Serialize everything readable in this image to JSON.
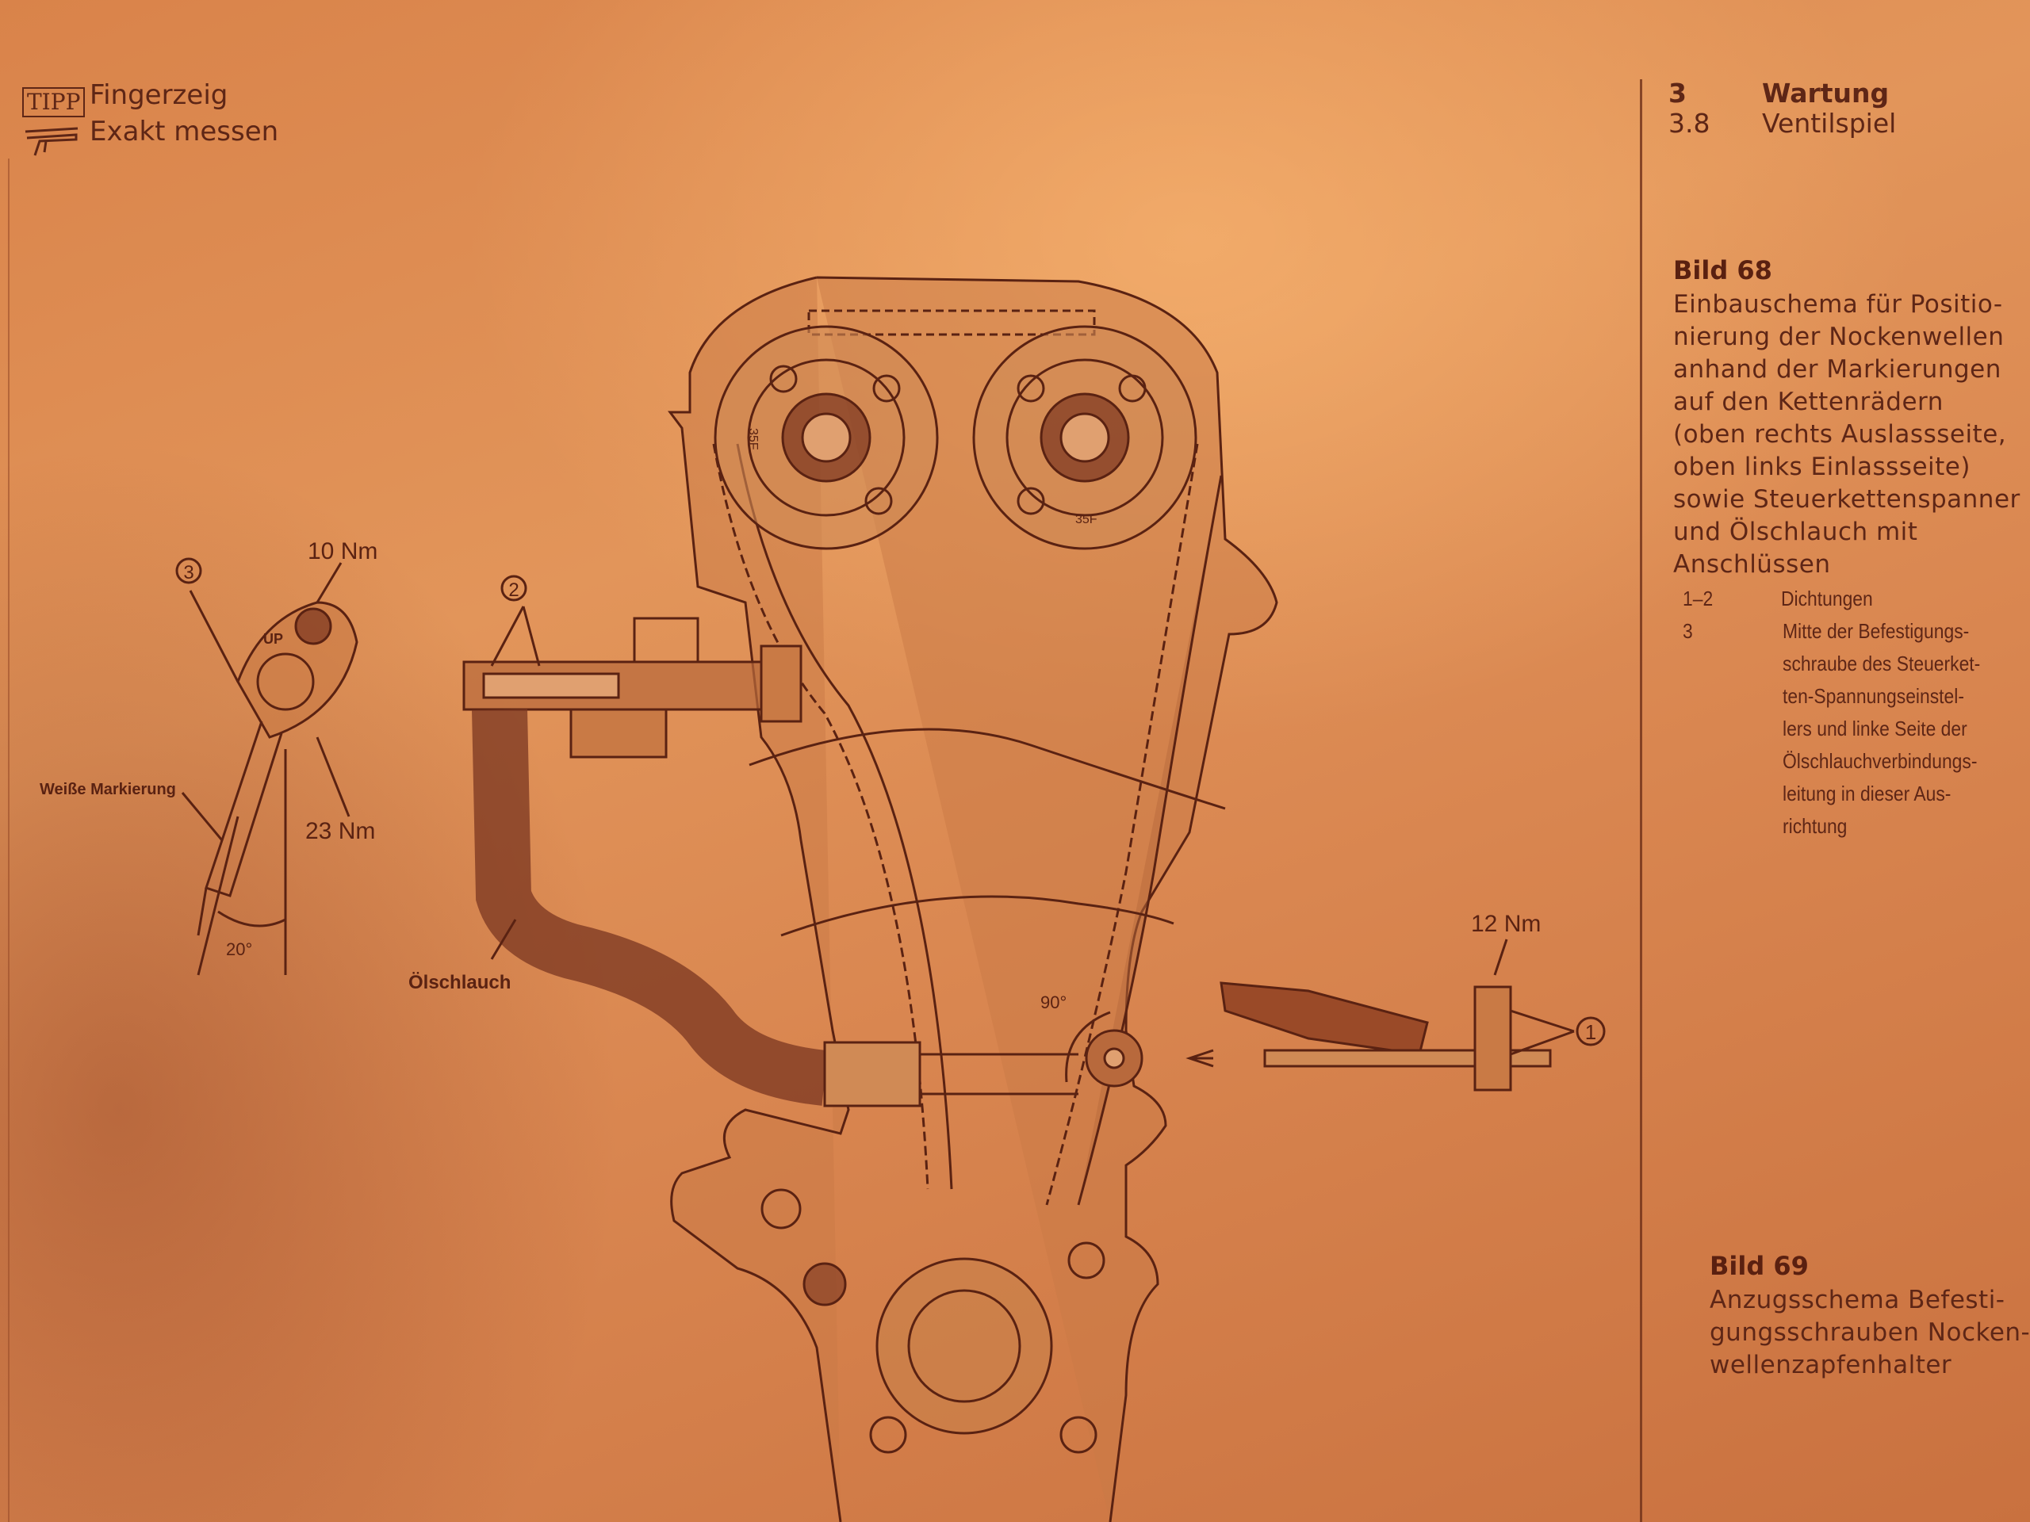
{
  "tip_box": {
    "icon_label": "TIPP",
    "lines": [
      "Fingerzeig",
      "Exakt messen"
    ]
  },
  "header": {
    "chapter_number": "3",
    "chapter_title": "Wartung",
    "section_number": "3.8",
    "section_title": "Ventilspiel"
  },
  "figure68": {
    "title": "Bild 68",
    "caption_lines": [
      "Einbauschema für Positio-",
      "nierung der Nockenwellen",
      "anhand der Markierungen",
      "auf den Kettenrädern",
      "(oben rechts Auslassseite,",
      "oben links Einlassseite)",
      "sowie Steuerkettenspanner",
      "und Ölschlauch mit",
      "Anschlüssen"
    ],
    "legend": [
      {
        "key": "1–2",
        "lines": [
          "Dichtungen"
        ]
      },
      {
        "key": "3",
        "lines": [
          "Mitte der Befestigungs-",
          "schraube des Steuerket-",
          "ten-Spannungseinstel-",
          "lers und linke Seite der",
          "Ölschlauchverbindungs-",
          "leitung in dieser Aus-",
          "richtung"
        ]
      }
    ]
  },
  "figure69": {
    "title": "Bild 69",
    "caption_lines": [
      "Anzugsschema Befesti-",
      "gungsschrauben Nocken-",
      "wellenzapfenhalter"
    ]
  },
  "diagram": {
    "labels": {
      "torque_10": "10 Nm",
      "torque_23": "23 Nm",
      "torque_12": "12 Nm",
      "callout_1": "1",
      "callout_2": "2",
      "callout_3": "3",
      "up_mark": "UP",
      "white_mark": "Weiße Markierung",
      "angle_20": "20°",
      "angle_90": "90°",
      "oil_hose": "Ölschlauch",
      "sprocket_mark_left": "35F",
      "sprocket_mark_right": "35F"
    },
    "colors": {
      "ink": "#5a2212",
      "fill": "#b8693c",
      "dark_fill": "#7a3520"
    }
  }
}
